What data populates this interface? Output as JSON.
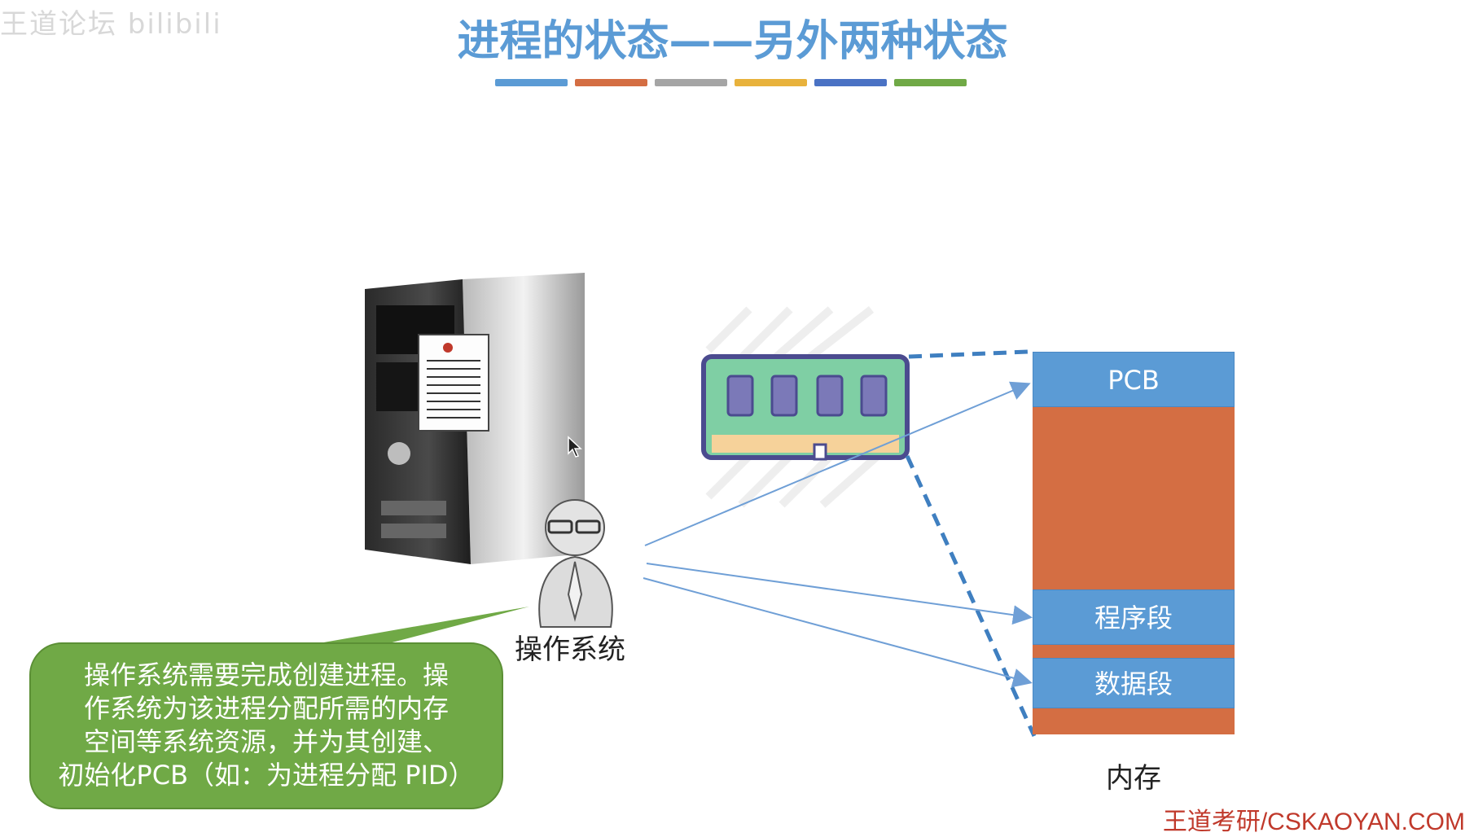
{
  "watermark": "王道论坛 bilibili",
  "slide": {
    "title": "进程的状态——另外两种状态",
    "title_bar_colors": [
      "#5b9bd5",
      "#d46e43",
      "#a5a5a5",
      "#e8b23c",
      "#4a72c4",
      "#70a946"
    ]
  },
  "os_label": "操作系统",
  "bubble_text": [
    "操作系统需要完成创建进程。操",
    "作系统为该进程分配所需的内存",
    "空间等系统资源，并为其创建、",
    "初始化PCB（如：为进程分配 PID）"
  ],
  "memory": {
    "label": "内存",
    "blocks": [
      {
        "name": "pcb",
        "text": "PCB",
        "color": "blue"
      },
      {
        "name": "gap1",
        "text": "",
        "color": "orange"
      },
      {
        "name": "program",
        "text": "程序段",
        "color": "blue"
      },
      {
        "name": "gap2",
        "text": "",
        "color": "orange"
      },
      {
        "name": "data",
        "text": "数据段",
        "color": "blue"
      },
      {
        "name": "gap3",
        "text": "",
        "color": "orange"
      }
    ]
  },
  "footer": "王道考研/CSKAOYAN.COM",
  "colors": {
    "accent_blue": "#5b9bd5",
    "orange": "#d46e43",
    "green": "#70a946",
    "footer_red": "#c0392b"
  }
}
